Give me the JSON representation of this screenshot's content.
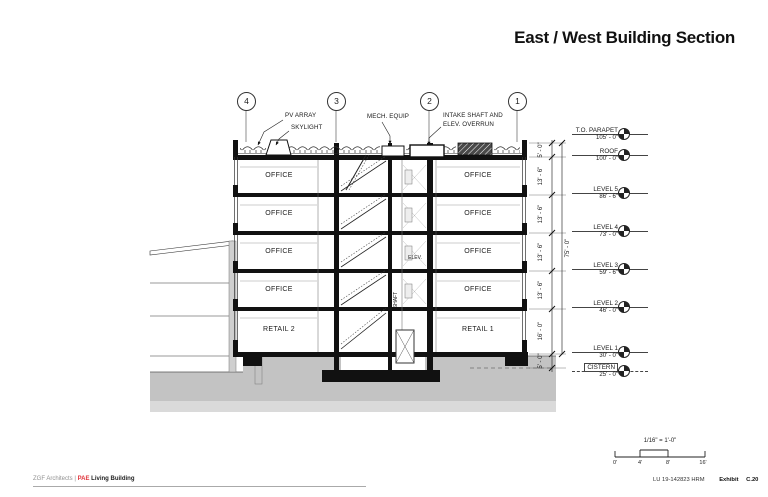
{
  "title": "East / West Building Section",
  "grids": [
    "4",
    "3",
    "2",
    "1"
  ],
  "roof_labels": {
    "pv_array": "PV ARRAY",
    "skylight": "SKYLIGHT",
    "mech_equip": "MECH. EQUIP",
    "intake_line1": "INTAKE SHAFT AND",
    "intake_line2": "ELEV. OVERRUN"
  },
  "rooms": {
    "left": [
      "OFFICE",
      "OFFICE",
      "OFFICE",
      "OFFICE",
      "RETAIL 2"
    ],
    "right": [
      "OFFICE",
      "OFFICE",
      "OFFICE",
      "OFFICE",
      "RETAIL 1"
    ],
    "elevator": "ELEV.",
    "shaft": "SHAFT"
  },
  "levels": [
    {
      "name": "T.O. PARAPET",
      "elev": "105' - 0\""
    },
    {
      "name": "ROOF",
      "elev": "100' - 0\""
    },
    {
      "name": "LEVEL 5",
      "elev": "86' - 6\""
    },
    {
      "name": "LEVEL 4",
      "elev": "73' - 0\""
    },
    {
      "name": "LEVEL 3",
      "elev": "59' - 6\""
    },
    {
      "name": "LEVEL 2",
      "elev": "46' - 0\""
    },
    {
      "name": "LEVEL 1",
      "elev": "30' - 0\""
    },
    {
      "name": "CISTERN",
      "elev": "25' - 0\""
    }
  ],
  "dimensions": {
    "segments": [
      "5' - 0\"",
      "13' - 6\"",
      "13' - 6\"",
      "13' - 6\"",
      "13' - 6\"",
      "16' - 0\"",
      "5' - 0\""
    ],
    "overall": "75' - 0\""
  },
  "scale_bar": {
    "label": "1/16\" = 1'-0\"",
    "ticks": [
      "0'",
      "4'",
      "8'",
      "16'"
    ]
  },
  "footer": {
    "firm": "ZGF Architects",
    "divider": "|",
    "brand": "PAE",
    "project": "Living Building",
    "case_number": "LU 19-142823 HRM",
    "exhibit_label": "Exhibit",
    "exhibit_number": "C.20"
  },
  "colors": {
    "accent_red": "#e0353c",
    "ground": "#c3c3c3"
  }
}
